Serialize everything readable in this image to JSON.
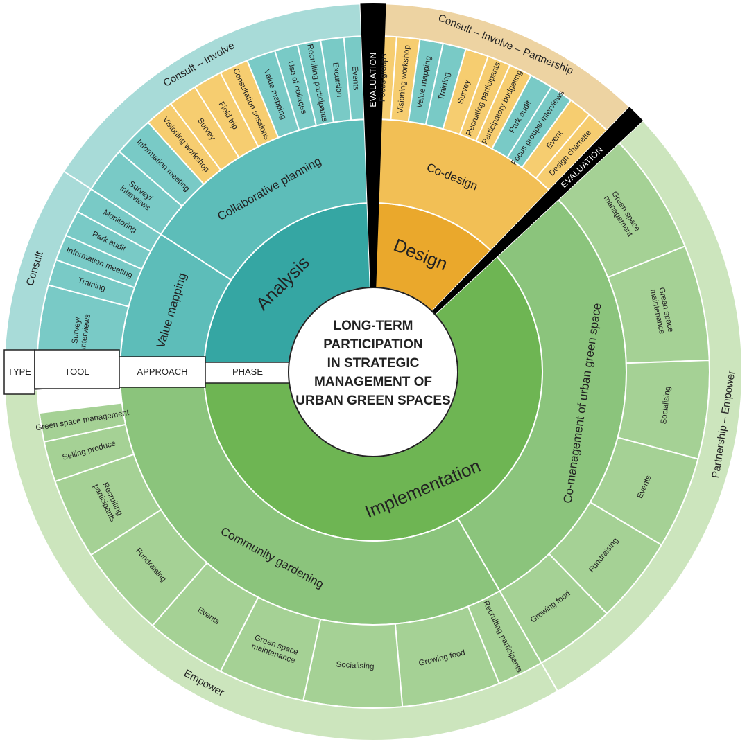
{
  "center": {
    "lines": [
      "LONG-TERM",
      "PARTICIPATION",
      "IN STRATEGIC",
      "MANAGEMENT OF",
      "URBAN GREEN SPACES"
    ]
  },
  "key": {
    "type": "TYPE",
    "tool": "TOOL",
    "approach": "APPROACH",
    "phase": "PHASE"
  },
  "evaluation_label": "EVALUATION",
  "colors": {
    "analysis_phase": "#35a6a3",
    "analysis_approach": "#5dbdb9",
    "analysis_tool": "#79cac6",
    "analysis_type": "#a8dbd8",
    "consult_tool_yellow": "#f6cd70",
    "design_phase": "#eaa82c",
    "design_approach": "#f2bf55",
    "design_tool": "#f7cf74",
    "design_type": "#edd3a2",
    "impl_phase": "#6eb553",
    "impl_approach": "#8bc47c",
    "impl_tool": "#a5d195",
    "impl_type": "#cce5bd",
    "evaluation": "#000000"
  },
  "phases": [
    {
      "name": "Analysis",
      "approaches": [
        {
          "name": "Value mapping",
          "tools": [
            {
              "label": "Survey/\ninterviews",
              "color": "teal"
            },
            {
              "label": "Training",
              "color": "teal"
            },
            {
              "label": "Information meeting",
              "color": "teal"
            },
            {
              "label": "Park audit",
              "color": "teal"
            },
            {
              "label": "Monitoring",
              "color": "teal"
            }
          ]
        },
        {
          "name": "Collaborative planning",
          "tools": [
            {
              "label": "Survey/\ninterviews",
              "color": "teal"
            },
            {
              "label": "Information meeting",
              "color": "teal"
            },
            {
              "label": "Visioning workshop",
              "color": "yellow"
            },
            {
              "label": "Survey",
              "color": "yellow"
            },
            {
              "label": "Field trip",
              "color": "yellow"
            },
            {
              "label": "Consultation sessions",
              "color": "yellow"
            },
            {
              "label": "Value mapping",
              "color": "teal"
            },
            {
              "label": "Use of collages",
              "color": "teal"
            },
            {
              "label": "Recruiting participants",
              "color": "teal"
            },
            {
              "label": "Excursion",
              "color": "teal"
            },
            {
              "label": "Events",
              "color": "teal"
            }
          ]
        }
      ],
      "types": [
        "Consult",
        "Consult – Involve"
      ]
    },
    {
      "name": "Design",
      "approaches": [
        {
          "name": "Co-design",
          "tools": [
            {
              "label": "Focus groups",
              "color": "yellow"
            },
            {
              "label": "Visioning workshop",
              "color": "yellow"
            },
            {
              "label": "Value mapping",
              "color": "teal"
            },
            {
              "label": "Training",
              "color": "teal"
            },
            {
              "label": "Survey",
              "color": "yellow"
            },
            {
              "label": "Recruiting participants",
              "color": "yellow"
            },
            {
              "label": "Participatory budgeting",
              "color": "yellow"
            },
            {
              "label": "Park audit",
              "color": "teal"
            },
            {
              "label": "Focus groups/ interviews",
              "color": "teal"
            },
            {
              "label": "Event",
              "color": "yellow"
            },
            {
              "label": "Design charrette",
              "color": "yellow"
            }
          ]
        }
      ],
      "types": [
        "Consult – Involve – Partnership"
      ]
    },
    {
      "name": "Implementation",
      "approaches": [
        {
          "name": "Co-management of urban green space",
          "tools": [
            {
              "label": "Green space\nmanagement",
              "color": "green"
            },
            {
              "label": "Green space\nmaintenance",
              "color": "green"
            },
            {
              "label": "Socialising",
              "color": "green"
            },
            {
              "label": "Events",
              "color": "green"
            },
            {
              "label": "Fundraising",
              "color": "green"
            },
            {
              "label": "Growing food",
              "color": "green"
            }
          ]
        },
        {
          "name": "Community gardening",
          "tools": [
            {
              "label": "Recruiting participants",
              "color": "green"
            },
            {
              "label": "Growing food",
              "color": "green"
            },
            {
              "label": "Socialising",
              "color": "green"
            },
            {
              "label": "Green space\nmaintenance",
              "color": "green"
            },
            {
              "label": "Events",
              "color": "green"
            },
            {
              "label": "Fundraising",
              "color": "green"
            },
            {
              "label": "Recruiting\nparticipants",
              "color": "green"
            },
            {
              "label": "Selling produce",
              "color": "green"
            },
            {
              "label": "Green space management",
              "color": "green"
            }
          ]
        }
      ],
      "types": [
        "Partnership – Empower",
        "Empower"
      ]
    }
  ]
}
